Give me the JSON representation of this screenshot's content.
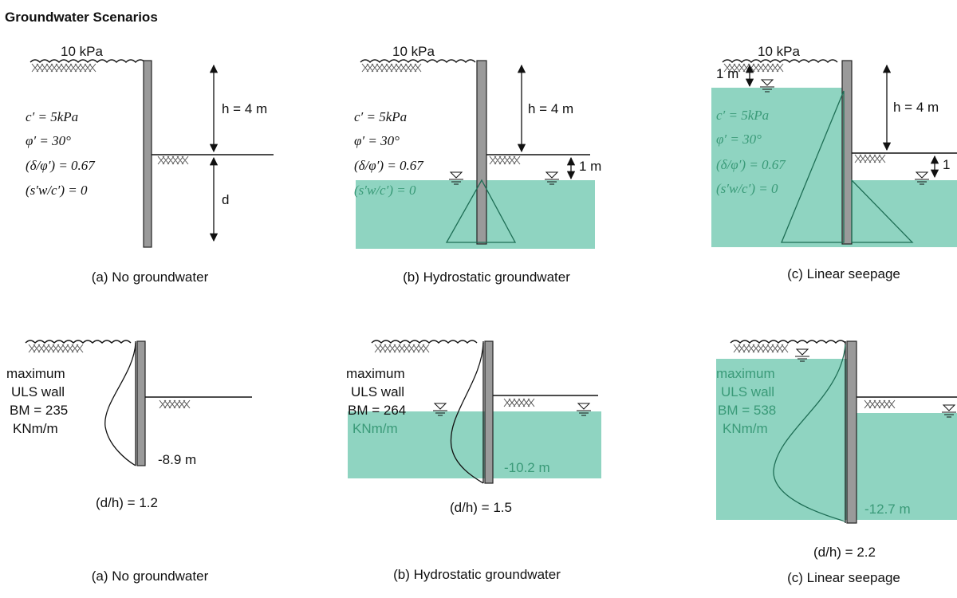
{
  "title": "Groundwater Scenarios",
  "params": {
    "load": "10 kPa",
    "c": "c′ = 5kPa",
    "phi": "φ′ = 30°",
    "delta": "(δ/φ′) = 0.67",
    "sw": "(s′w/c′) = 0"
  },
  "dims": {
    "h": "h = 4 m",
    "d": "d",
    "one_m": "1 m",
    "one_m_short": "1"
  },
  "top_row": [
    {
      "caption": "(a) No groundwater"
    },
    {
      "caption": "(b) Hydrostatic groundwater"
    },
    {
      "caption": "(c) Linear seepage"
    }
  ],
  "bottom_row": [
    {
      "caption": "(a) No groundwater",
      "bm_line1": "maximum",
      "bm_line2": "ULS wall",
      "bm_line3": "BM = 235",
      "bm_line4": "KNm/m",
      "depth": "-8.9 m",
      "ratio": "(d/h) = 1.2"
    },
    {
      "caption": "(b) Hydrostatic groundwater",
      "bm_line1": "maximum",
      "bm_line2": "ULS wall",
      "bm_line3": "BM = 264",
      "bm_line4": "KNm/m",
      "depth": "-10.2 m",
      "ratio": "(d/h) = 1.5"
    },
    {
      "caption": "(c) Linear seepage",
      "bm_line1": "maximum",
      "bm_line2": "ULS wall",
      "bm_line3": "BM = 538",
      "bm_line4": "KNm/m",
      "depth": "-12.7 m",
      "ratio": "(d/h) = 2.2"
    }
  ],
  "colors": {
    "water": "#8fd4c1",
    "wall": "#9a9a9a",
    "green_text": "#3a9a78"
  }
}
